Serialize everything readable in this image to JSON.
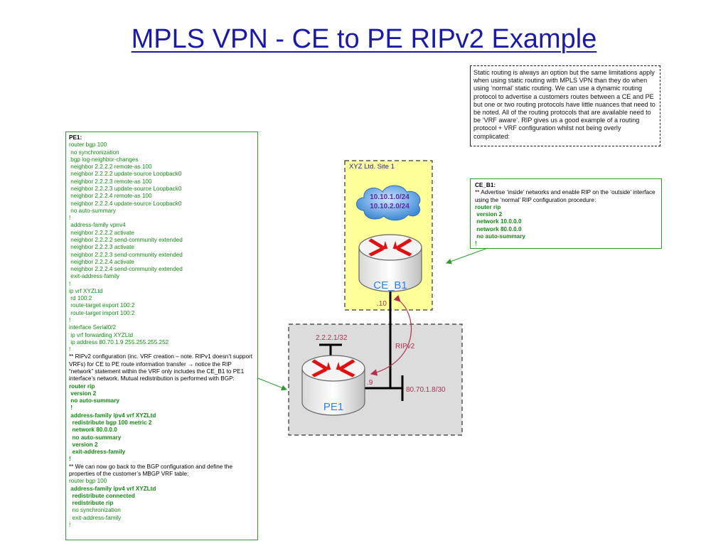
{
  "title": "MPLS VPN - CE to PE RIPv2 Example",
  "note": "Static routing is always an option but the same limitations apply when using static routing with MPLS VPN than they do when using ‘normal’ static routing.  We can use a dynamic routing protocol to advertise a customers routes between a CE and PE but one or two routing protocols have little nuances that need to be noted.  All of the routing protocols that are available need to be ‘VRF aware’.  RIP gives us a good example of a routing protocol + VRF configuration whilst not being overly complicated:",
  "pe1_config": [
    {
      "text": "PE1:",
      "style": "hdr"
    },
    {
      "text": "router bgp 100",
      "style": "g"
    },
    {
      "text": " no synchronization",
      "style": "g"
    },
    {
      "text": " bgp log-neighbor-changes",
      "style": "g"
    },
    {
      "text": " neighbor 2.2.2.2 remote-as 100",
      "style": "g"
    },
    {
      "text": " neighbor 2.2.2.2 update-source Loopback0",
      "style": "g"
    },
    {
      "text": " neighbor 2.2.2.3 remote-as 100",
      "style": "g"
    },
    {
      "text": " neighbor 2.2.2.3 update-source Loopback0",
      "style": "g"
    },
    {
      "text": " neighbor 2.2.2.4 remote-as 100",
      "style": "g"
    },
    {
      "text": " neighbor 2.2.2.4 update-source Loopback0",
      "style": "g"
    },
    {
      "text": " no auto-summary",
      "style": "g"
    },
    {
      "text": "!",
      "style": "g"
    },
    {
      "text": " address-family vpnv4",
      "style": "g"
    },
    {
      "text": " neighbor 2.2.2.2 activate",
      "style": "g"
    },
    {
      "text": " neighbor 2.2.2.2 send-community extended",
      "style": "g"
    },
    {
      "text": " neighbor 2.2.2.3 activate",
      "style": "g"
    },
    {
      "text": " neighbor 2.2.2.3 send-community extended",
      "style": "g"
    },
    {
      "text": " neighbor 2.2.2.4 activate",
      "style": "g"
    },
    {
      "text": " neighbor 2.2.2.4 send-community extended",
      "style": "g"
    },
    {
      "text": " exit-address-family",
      "style": "g"
    },
    {
      "text": "!",
      "style": "g"
    },
    {
      "text": "ip vrf XYZLtd",
      "style": "g"
    },
    {
      "text": " rd 100:2",
      "style": "g"
    },
    {
      "text": " route-target export 100:2",
      "style": "g"
    },
    {
      "text": " route-target import 100:2",
      "style": "g"
    },
    {
      "text": "!",
      "style": "g"
    },
    {
      "text": "interface Serial0/2",
      "style": "g"
    },
    {
      "text": " ip vrf forwarding XYZLtd",
      "style": "g"
    },
    {
      "text": " ip address 80.70.1.9 255.255.255.252",
      "style": "g"
    },
    {
      "text": "!",
      "style": "g"
    },
    {
      "text": "** RIPv2 configuration (inc. VRF creation – note. RIPv1 doesn’t support VRFs) for CE to PE route information transfer → notice the RIP “network” statement within the VRF only includes the CE_B1 to PE1 interface’s network.  Mutual redistribution is performed with BGP:",
      "style": "note wrap"
    },
    {
      "text": "router rip",
      "style": "g bold"
    },
    {
      "text": " version 2",
      "style": "g bold"
    },
    {
      "text": " no auto-summary",
      "style": "g bold"
    },
    {
      "text": " !",
      "style": "g bold"
    },
    {
      "text": " address-family ipv4 vrf XYZLtd",
      "style": "g bold"
    },
    {
      "text": "  redistribute bgp 100 metric 2",
      "style": "g bold"
    },
    {
      "text": "  network 80.0.0.0",
      "style": "g bold"
    },
    {
      "text": "  no auto-summary",
      "style": "g bold"
    },
    {
      "text": "  version 2",
      "style": "g bold"
    },
    {
      "text": "  exit-address-family",
      "style": "g bold"
    },
    {
      "text": "!",
      "style": "g bold"
    },
    {
      "text": "** We can now go back to the BGP configuration and define the properties of the customer’s MBGP VRF table:",
      "style": "note wrap"
    },
    {
      "text": "router bgp 100",
      "style": "g"
    },
    {
      "text": " address-family ipv4 vrf XYZLtd",
      "style": "g bold"
    },
    {
      "text": "  redistribute connected",
      "style": "g bold"
    },
    {
      "text": "  redistribute rip",
      "style": "g bold"
    },
    {
      "text": "  no synchronization",
      "style": "g"
    },
    {
      "text": "  exit-address-family",
      "style": "g"
    },
    {
      "text": "!",
      "style": "g"
    }
  ],
  "ce_config": [
    {
      "text": "CE_B1:",
      "style": "hdr"
    },
    {
      "text": "  ** Advertise ‘inside’ networks and enable RIP on the ‘outside’ interface using the ‘normal’ RIP configuration procedure:",
      "style": "note wrap"
    },
    {
      "text": "router rip",
      "style": "g bold"
    },
    {
      "text": " version 2",
      "style": "g bold"
    },
    {
      "text": " network 10.0.0.0",
      "style": "g bold"
    },
    {
      "text": " network 80.0.0.0",
      "style": "g bold"
    },
    {
      "text": " no auto-summary",
      "style": "g bold"
    },
    {
      "text": "!",
      "style": "g bold"
    }
  ],
  "diagram": {
    "site_label": "XYZ Ltd. Site 1",
    "cloud_networks": [
      "10.10.1.0/24",
      "10.10.2.0/24"
    ],
    "ce_router_label": "CE_B1",
    "ce_interface": ".10",
    "pe_router_label": "PE1",
    "pe_interface": ".9",
    "loopback": "2.2.2.1/32",
    "link_subnet": "80.70.1.8/30",
    "protocol": "RIPv2",
    "colors": {
      "site_fill": "#ffff99",
      "provider_fill": "#dcdcdc",
      "config_green": "#138a13",
      "router_label": "#2f7fe0",
      "label_red": "#b0304a"
    }
  }
}
